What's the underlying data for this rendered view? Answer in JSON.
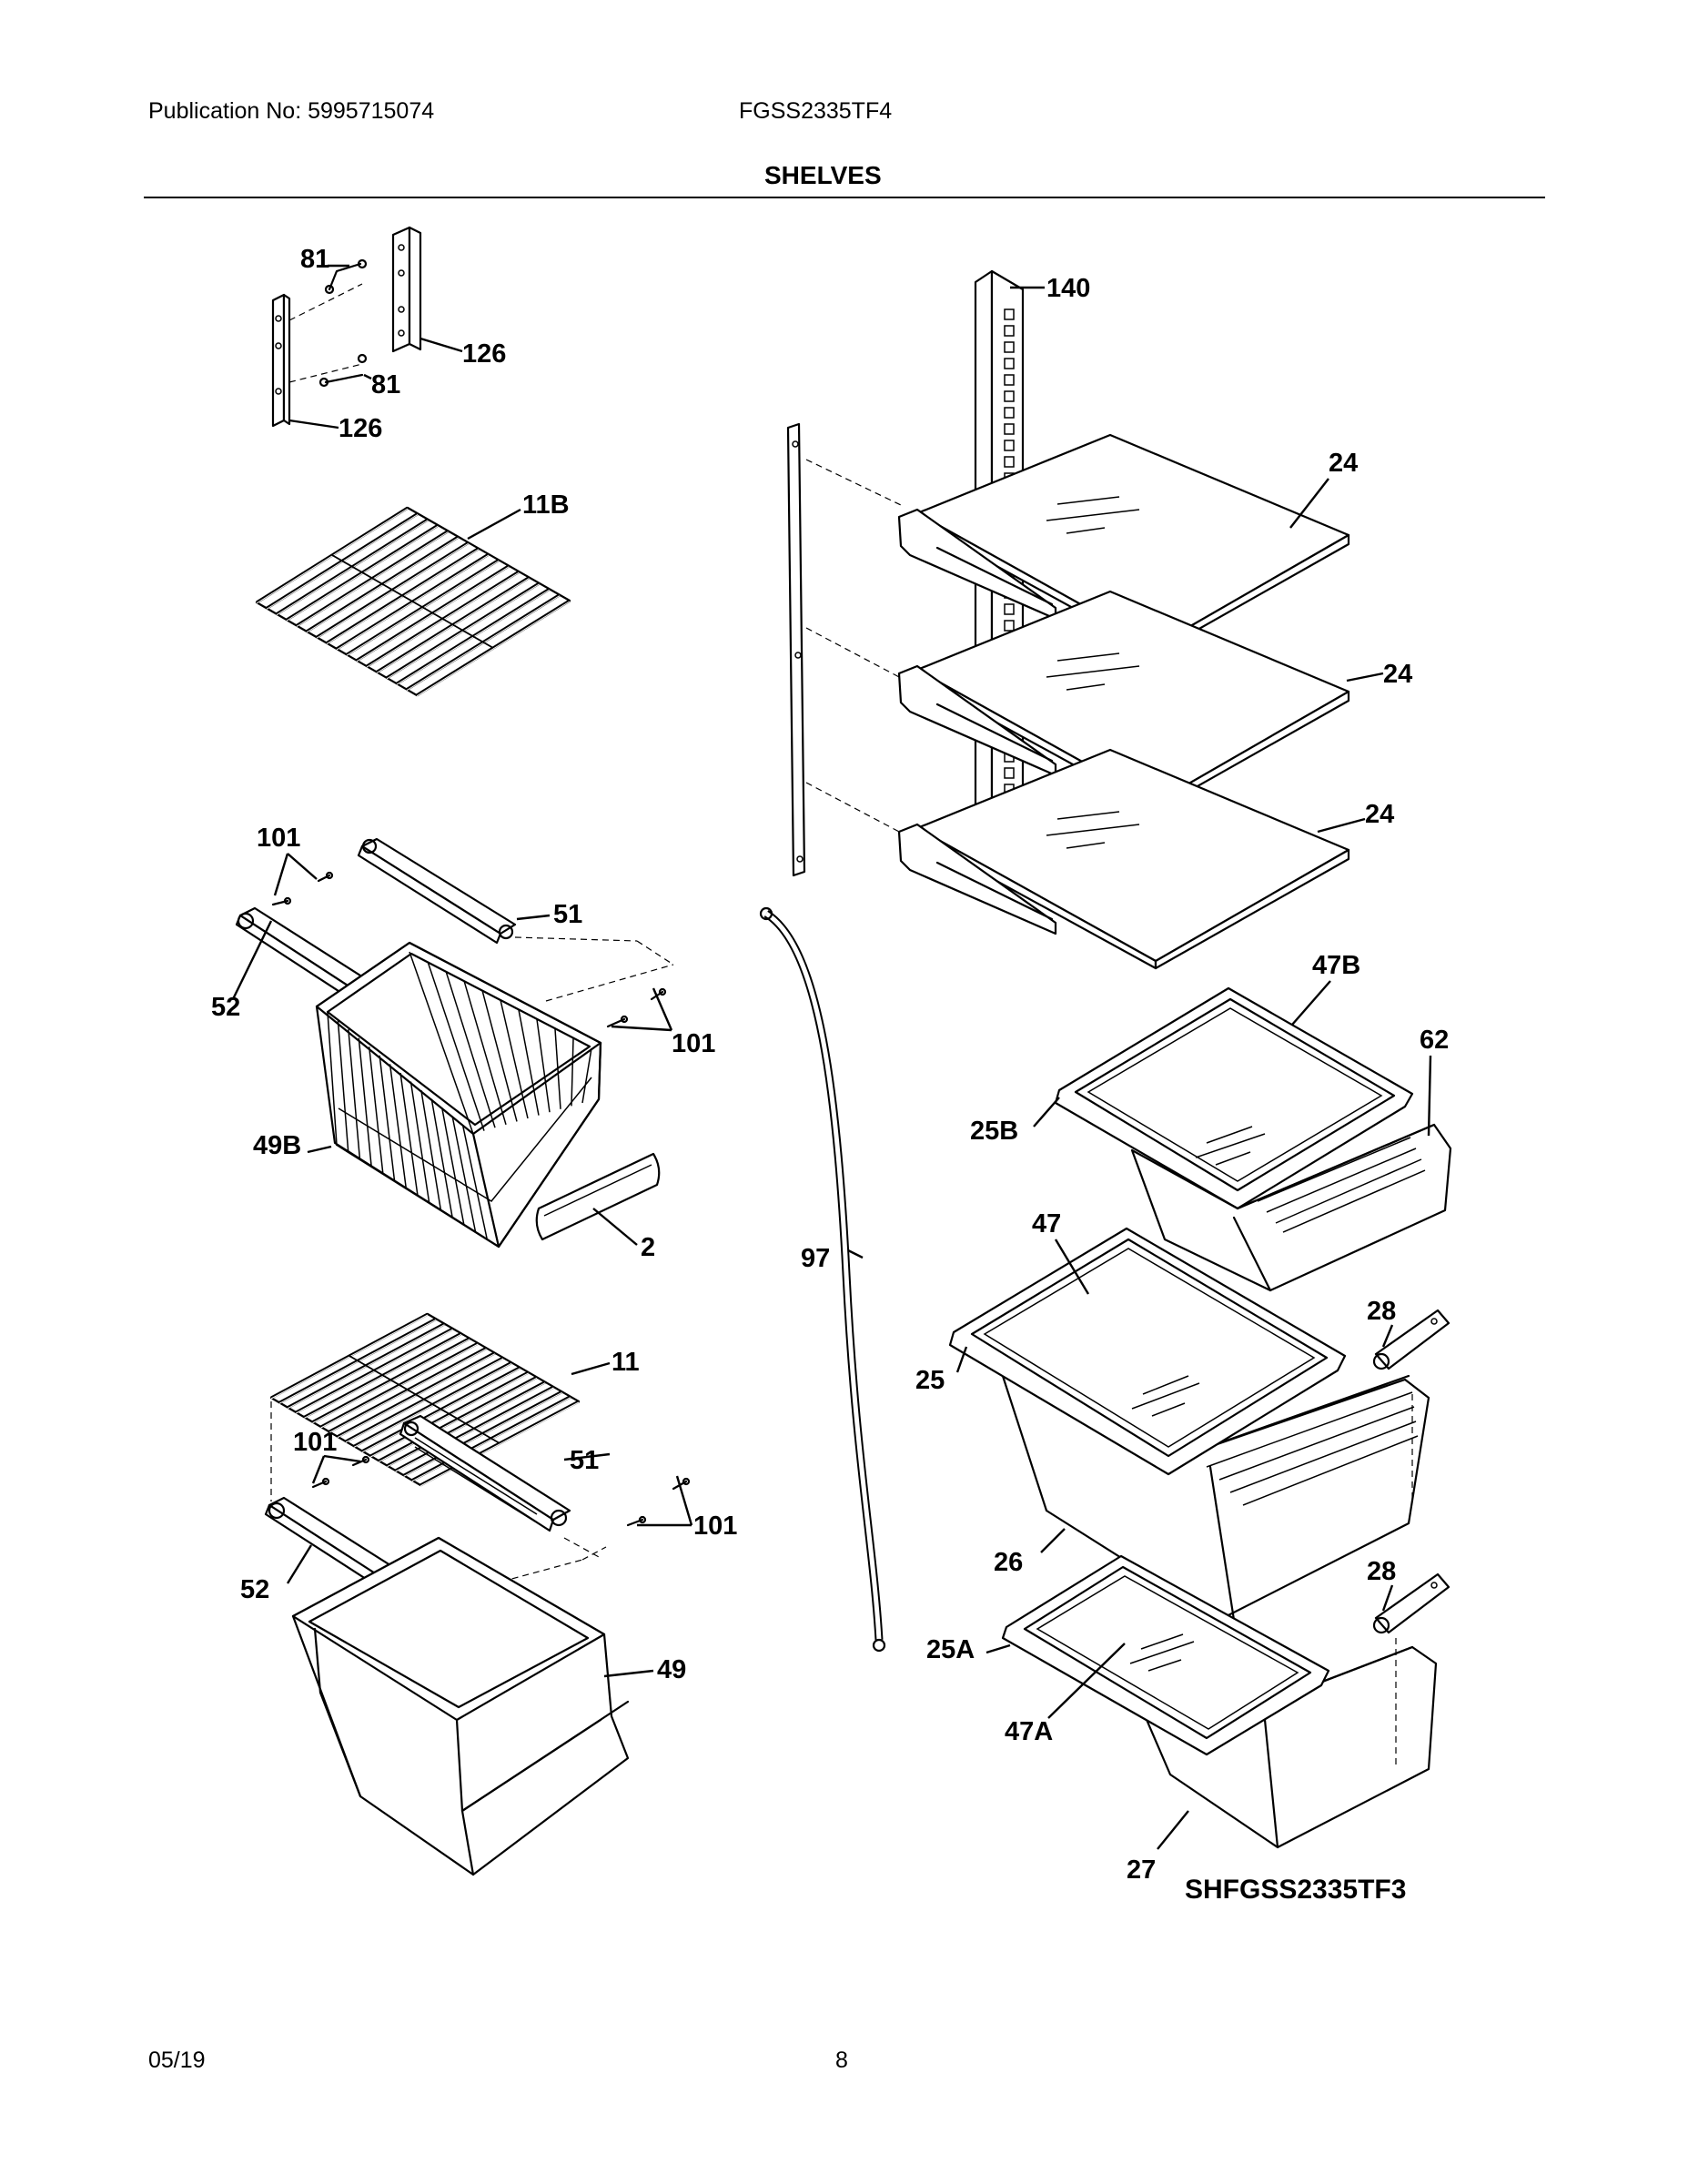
{
  "header": {
    "publication": "Publication No: 5995715074",
    "model": "FGSS2335TF4",
    "title": "SHELVES"
  },
  "footer": {
    "date": "05/19",
    "page": "8"
  },
  "diagram": {
    "code": "SHFGSS2335TF3",
    "labels": {
      "p81a": "81",
      "p126a": "126",
      "p81b": "81",
      "p126b": "126",
      "p11B": "11B",
      "p140": "140",
      "p24a": "24",
      "p24b": "24",
      "p24c": "24",
      "p101a": "101",
      "p51a": "51",
      "p52a": "52",
      "p101b": "101",
      "p49B": "49B",
      "p2": "2",
      "p47B": "47B",
      "p62": "62",
      "p25B": "25B",
      "p47": "47",
      "p97": "97",
      "p28a": "28",
      "p25": "25",
      "p11": "11",
      "p101c": "101",
      "p51b": "51",
      "p101d": "101",
      "p26": "26",
      "p28b": "28",
      "p52b": "52",
      "p49": "49",
      "p25A": "25A",
      "p47A": "47A",
      "p27": "27"
    }
  }
}
